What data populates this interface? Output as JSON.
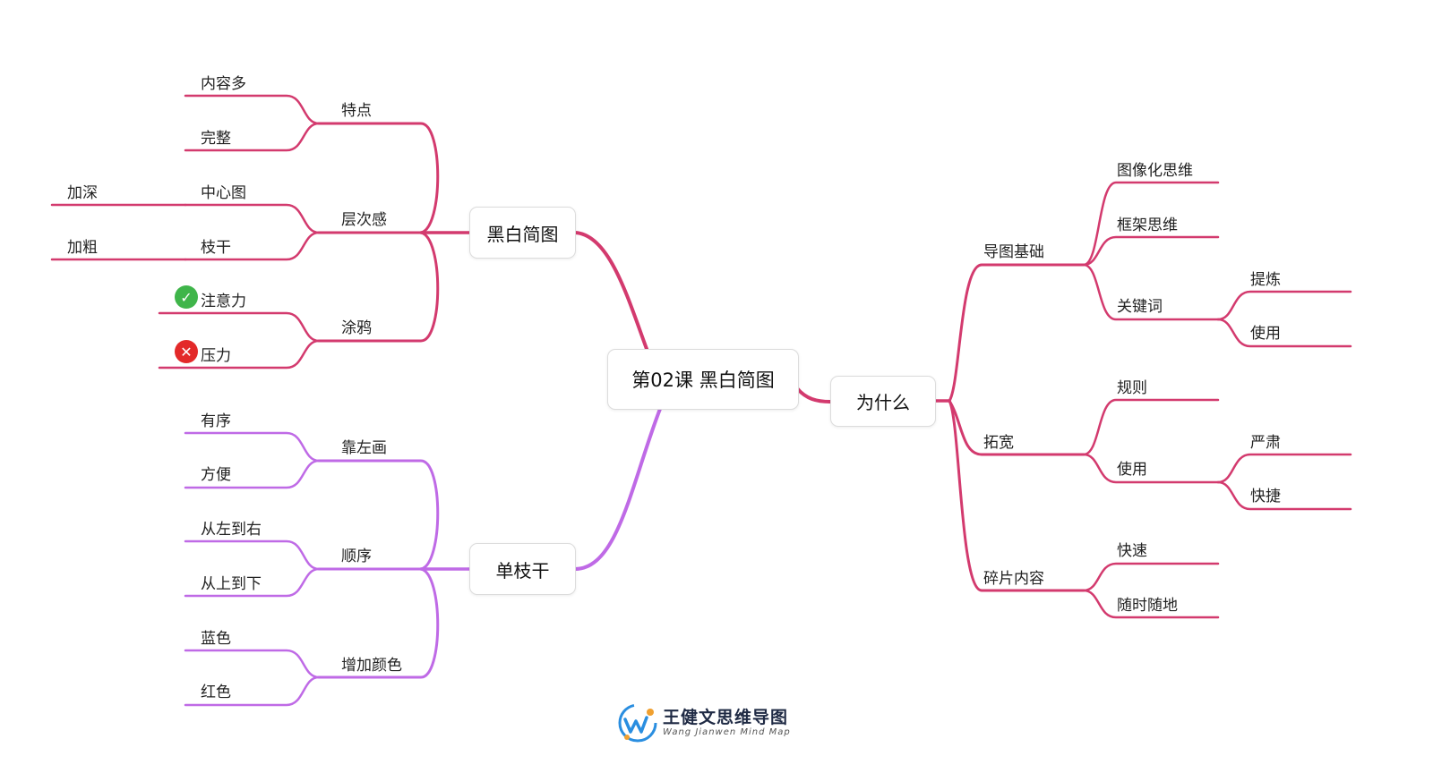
{
  "colors": {
    "red": "#d33a6e",
    "purple": "#bf6ae6",
    "check": "#3fb54a",
    "cross": "#e32929",
    "logo_blue": "#2a8ee0",
    "logo_orange": "#f0a030"
  },
  "root": {
    "label": "第02课 黑白简图"
  },
  "branches": {
    "bw": {
      "label": "黑白简图"
    },
    "bw_features": {
      "label": "特点",
      "children": [
        "内容多",
        "完整"
      ]
    },
    "bw_layers": {
      "label": "层次感"
    },
    "bw_center": {
      "label": "中心图",
      "extra": "加深"
    },
    "bw_trunk": {
      "label": "枝干",
      "extra": "加粗"
    },
    "bw_doodle": {
      "label": "涂鸦",
      "children": [
        "注意力",
        "压力"
      ]
    },
    "single": {
      "label": "单枝干"
    },
    "single_left": {
      "label": "靠左画",
      "children": [
        "有序",
        "方便"
      ]
    },
    "single_order": {
      "label": "顺序",
      "children": [
        "从左到右",
        "从上到下"
      ]
    },
    "single_color": {
      "label": "增加颜色",
      "children": [
        "蓝色",
        "红色"
      ]
    },
    "why": {
      "label": "为什么"
    },
    "why_base": {
      "label": "导图基础",
      "children": [
        "图像化思维",
        "框架思维"
      ]
    },
    "why_keywords": {
      "label": "关键词",
      "children": [
        "提炼",
        "使用"
      ]
    },
    "why_expand": {
      "label": "拓宽",
      "children": [
        "规则"
      ]
    },
    "why_use": {
      "label": "使用",
      "children": [
        "严肃",
        "快捷"
      ]
    },
    "why_fragment": {
      "label": "碎片内容",
      "children": [
        "快速",
        "随时随地"
      ]
    }
  },
  "icons": {
    "check": "check-icon",
    "cross": "cross-icon"
  },
  "logo": {
    "text_cn": "王健文思维导图",
    "text_en": "Wang Jianwen Mind Map"
  }
}
